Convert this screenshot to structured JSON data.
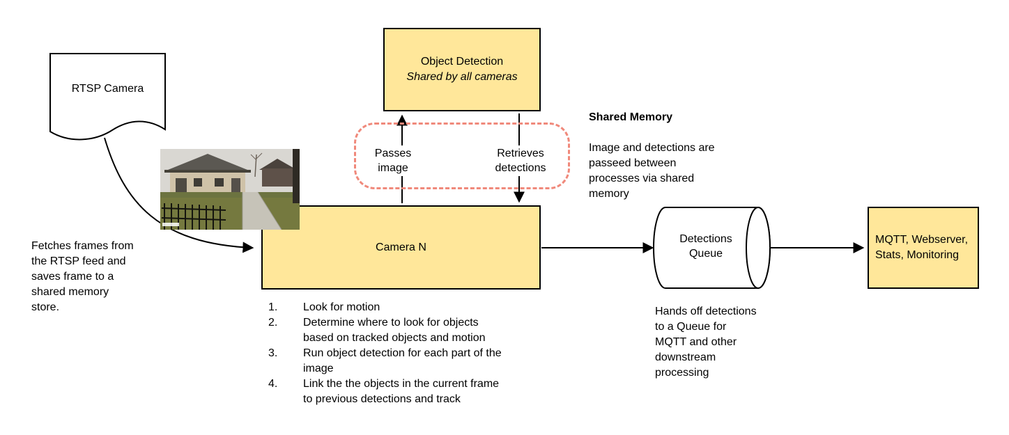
{
  "nodes": {
    "rtsp": {
      "label": "RTSP Camera"
    },
    "object_detection": {
      "title": "Object Detection",
      "subtitle": "Shared by all cameras"
    },
    "camera_n": {
      "label": "Camera N"
    },
    "detections_queue": {
      "label": "Detections\nQueue"
    },
    "outputs": {
      "label": "MQTT, Webserver,\nStats, Monitoring"
    }
  },
  "edges": {
    "passes_image": "Passes\nimage",
    "retrieves_detections": "Retrieves\ndetections"
  },
  "notes": {
    "shared_memory_title": "Shared Memory",
    "shared_memory_body": "Image and detections are\npasseed between\nprocesses via shared\nmemory",
    "fetch": "Fetches frames from\nthe RTSP feed and\nsaves frame to a\nshared memory\nstore.",
    "handoff": "Hands off detections\nto a Queue for\nMQTT and other\ndownstream\nprocessing"
  },
  "steps": [
    {
      "n": "1.",
      "text": "Look for motion"
    },
    {
      "n": "2.",
      "text": "Determine where to look for objects\nbased on tracked objects and motion"
    },
    {
      "n": "3.",
      "text": "Run object detection for each part of the\nimage"
    },
    {
      "n": "4.",
      "text": "Link the the objects in the current frame\nto previous detections and track"
    }
  ],
  "colors": {
    "node_fill": "#ffe79a",
    "node_border": "#000000",
    "dashed_border": "#f0897b"
  },
  "camera_preview": {
    "description": "outdoor security camera frame: house, lawn, walkway, metal fence"
  }
}
